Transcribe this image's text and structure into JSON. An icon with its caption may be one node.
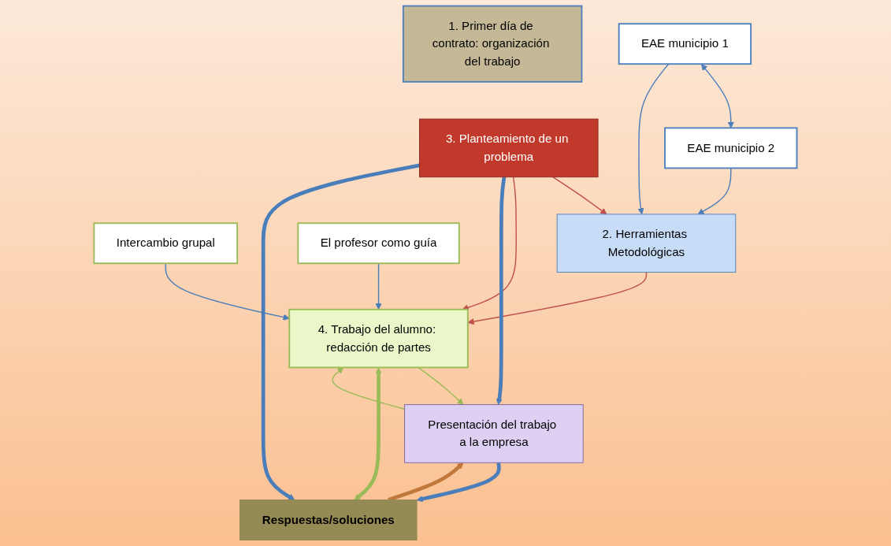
{
  "diagram": {
    "nodes": [
      {
        "text": [
          "EAE municipio 1"
        ]
      },
      {
        "text": [
          "EAE municipio 2"
        ]
      },
      {
        "text": [
          "El profesor como guía"
        ]
      },
      {
        "text": [
          "2. Herramientas Metodológicas"
        ]
      },
      {
        "text": [
          "Intercambio grupal"
        ]
      },
      {
        "text": [
          "4. Trabajo del alumno: redacción de partes"
        ]
      },
      {
        "text": [
          "1. Primer día de contrato: organización del trabajo"
        ]
      },
      {
        "text": [
          "3. Planteamiento de un problema"
        ]
      },
      {
        "text": [
          "Presentación del trabajo a la empresa"
        ]
      },
      {
        "text": [
          "Respuestas/soluciones"
        ]
      }
    ],
    "edges": [
      {
        "from": 0,
        "to": 1,
        "arrow": "both"
      },
      {
        "from": 0,
        "to": 3,
        "arrow": "to"
      },
      {
        "from": 1,
        "to": 3,
        "arrow": "to"
      },
      {
        "from": 2,
        "to": 5,
        "arrow": "to"
      },
      {
        "from": 4,
        "to": 5,
        "arrow": "to"
      },
      {
        "from": 3,
        "to": 5,
        "arrow": "to",
        "color": "#c0504d"
      },
      {
        "from": 7,
        "to": 3,
        "arrow": "to",
        "color": "#c0504d"
      },
      {
        "from": 7,
        "to": 5,
        "arrow": "to",
        "color": "#c0504d"
      },
      {
        "from": 5,
        "to": 8,
        "arrow": "to",
        "color": "#9bbb59"
      },
      {
        "from": 8,
        "to": 5,
        "arrow": "to",
        "color": "#9bbb59"
      },
      {
        "from": 7,
        "to": 8,
        "arrow": "to",
        "style": "thick"
      },
      {
        "from": 7,
        "to": 9,
        "arrow": "to",
        "style": "thick"
      },
      {
        "from": 8,
        "to": 9,
        "arrow": "to",
        "style": "thick"
      },
      {
        "from": 9,
        "to": 8,
        "arrow": "to",
        "style": "thick",
        "color": "#c0783c"
      },
      {
        "from": 5,
        "to": 9,
        "arrow": "both",
        "style": "thick",
        "color": "#9bbb59"
      }
    ]
  }
}
